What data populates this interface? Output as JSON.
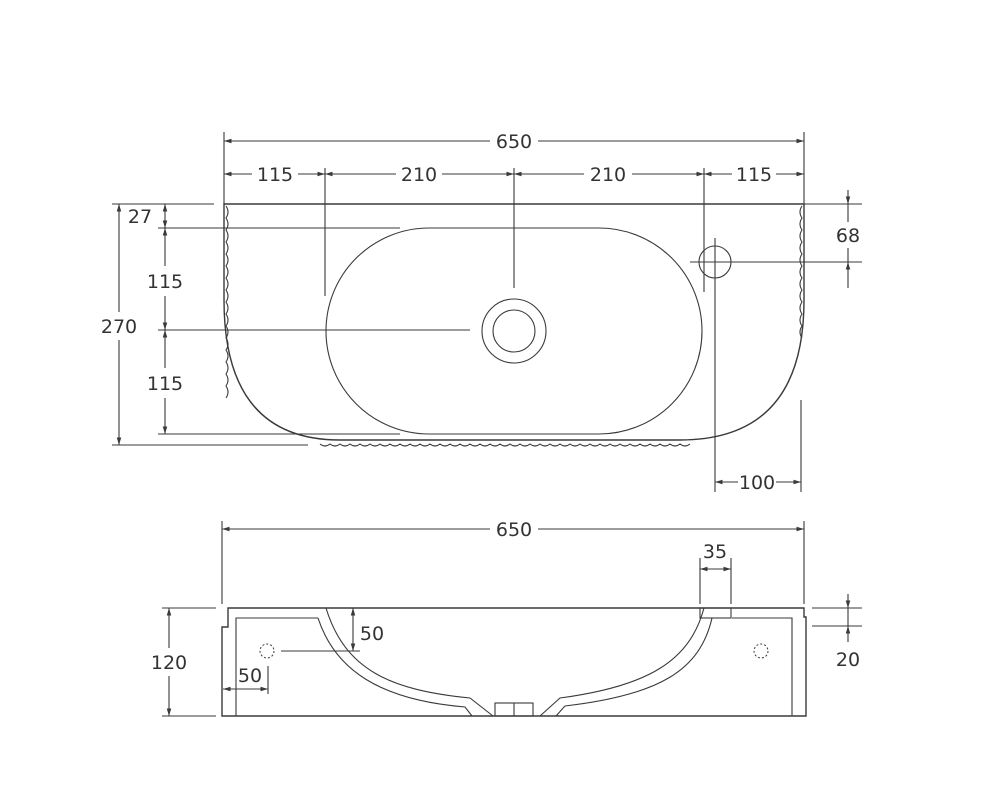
{
  "drawing": {
    "type": "basin technical drawing",
    "line_color": "#3a3a3a",
    "plan_view": {
      "overall_width": "650",
      "segment_widths": [
        "115",
        "210",
        "210",
        "115"
      ],
      "overall_depth": "270",
      "depth_segments": [
        "27",
        "115",
        "115"
      ],
      "tap_hole_offset": "68",
      "tap_hole_edge_offset": "100"
    },
    "side_view": {
      "overall_width": "650",
      "tap_boss_width": "35",
      "height": "120",
      "bowl_depth_marker": "50",
      "mount_hole_offset": "50",
      "rim_step": "20"
    }
  }
}
